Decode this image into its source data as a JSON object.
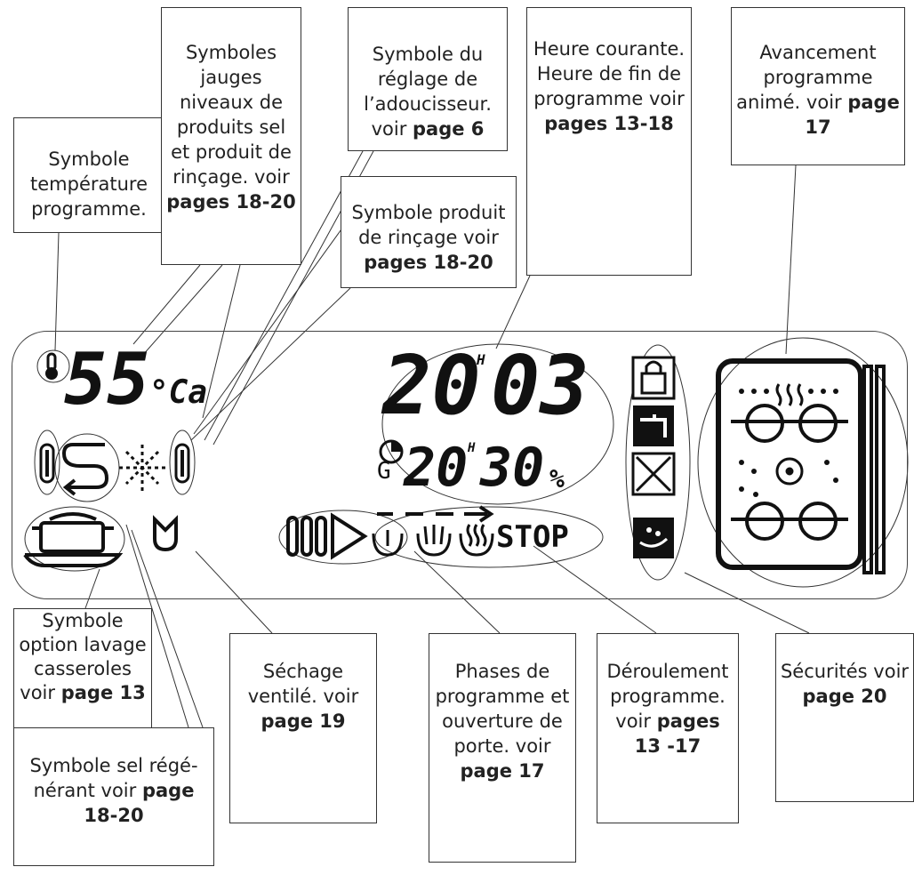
{
  "lcd": {
    "temperature": "55",
    "temp_unit": "°Ca",
    "current_time_h": "20",
    "current_time_m": "03",
    "end_time_h": "20",
    "end_time_m": "30",
    "percent": "%",
    "stop": "STOP",
    "h_mark": "H",
    "timer_g": "G"
  },
  "callouts": {
    "temp": {
      "text": "Symbole température programme.",
      "ref_prefix": "",
      "ref": ""
    },
    "gauges": {
      "text": "Symboles jauges niveaux de produits sel et produit de rinçage. voir",
      "ref": "pages 18-20"
    },
    "softener": {
      "text": "Symbole du réglage de l’adoucisseur. voir",
      "ref": "page 6"
    },
    "rinse": {
      "text": "Symbole produit de rinçage voir",
      "ref": "pages 18-20"
    },
    "time": {
      "text": "Heure courante. Heure de fin de programme voir",
      "ref": "pages 13-18"
    },
    "progress": {
      "text": "Avancement programme animé. voir",
      "ref": "page 17"
    },
    "pans": {
      "text": "Symbole option lavage casseroles voir",
      "ref": "page 13"
    },
    "salt": {
      "text": "Symbole sel régé-nérant voir",
      "ref": "page 18-20"
    },
    "drying": {
      "text": "Séchage ventilé. voir",
      "ref": "page 19"
    },
    "phases": {
      "text": "Phases de programme et ouverture de porte. voir",
      "ref": "page 17"
    },
    "sequence": {
      "text": "Déroulement programme. voir",
      "ref": "pages 13 -17"
    },
    "safety": {
      "text": "Sécurités voir",
      "ref": "page 20"
    }
  }
}
